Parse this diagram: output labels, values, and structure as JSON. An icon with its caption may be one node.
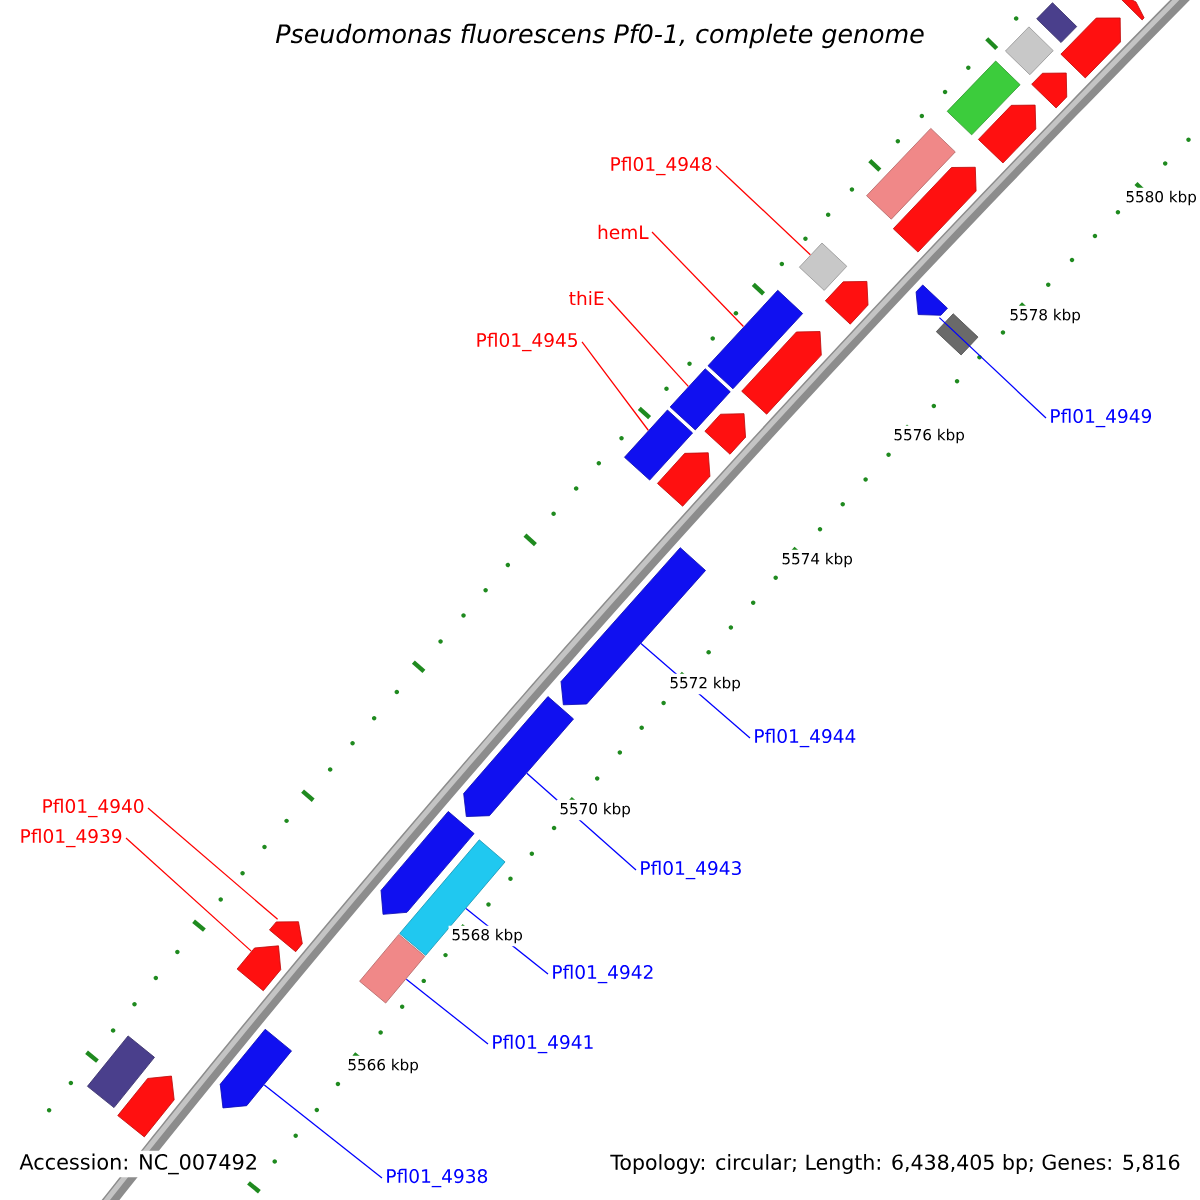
{
  "diagram": {
    "title": "Pseudomonas fluorescens Pf0-1, complete genome",
    "nodes": [
      {
        "text": [
          "Pfl01_4948"
        ]
      },
      {
        "text": [
          "hemL"
        ]
      },
      {
        "text": [
          "thiE"
        ]
      },
      {
        "text": [
          "Pfl01_4945"
        ]
      },
      {
        "text": [
          "Pfl01_4949"
        ]
      },
      {
        "text": [
          "Pfl01_4944"
        ]
      },
      {
        "text": [
          "Pfl01_4940"
        ]
      },
      {
        "text": [
          "Pfl01_4939"
        ]
      },
      {
        "text": [
          "Pfl01_4943"
        ]
      },
      {
        "text": [
          "Pfl01_4942"
        ]
      },
      {
        "text": [
          "Pfl01_4941"
        ]
      },
      {
        "text": [
          "Pfl01_4938"
        ]
      },
      {
        "text": [],
        "shape": "pentagon"
      },
      {
        "text": [],
        "shape": "bar"
      },
      {
        "text": [],
        "shape": "pentagon"
      },
      {
        "text": [],
        "shape": "bar"
      },
      {
        "text": [],
        "shape": "pentagon"
      },
      {
        "text": [],
        "shape": "bar"
      },
      {
        "text": [],
        "shape": "pentagon"
      },
      {
        "text": [],
        "shape": "bar"
      },
      {
        "text": [],
        "shape": "pentagon"
      },
      {
        "text": [],
        "shape": "bar"
      },
      {
        "text": [],
        "shape": "pentagon"
      },
      {
        "text": [],
        "shape": "pentagon"
      },
      {
        "text": [],
        "shape": "bar"
      },
      {
        "text": [],
        "shape": "bar"
      },
      {
        "text": [],
        "shape": "pentagon"
      },
      {
        "text": [],
        "shape": "bar"
      },
      {
        "text": [],
        "shape": "pentagon"
      },
      {
        "text": [],
        "shape": "bar"
      },
      {
        "text": [],
        "shape": "pentagon"
      },
      {
        "text": [],
        "shape": "pentagon"
      },
      {
        "text": [],
        "shape": "pentagon"
      },
      {
        "text": [],
        "shape": "pentagon"
      },
      {
        "text": [],
        "shape": "bar"
      },
      {
        "text": [],
        "shape": "pentagon"
      },
      {
        "text": [],
        "shape": "bar"
      },
      {
        "text": [],
        "shape": "pentagon"
      },
      {
        "text": [],
        "shape": "pentagon"
      },
      {
        "text": [],
        "shape": "bar"
      },
      {
        "text": [],
        "shape": "pentagon"
      }
    ],
    "edges": [
      {
        "from": 0,
        "to": 21,
        "arrow": "none",
        "color": "#ff0000"
      },
      {
        "from": 1,
        "to": 25,
        "arrow": "none",
        "color": "#ff0000"
      },
      {
        "from": 2,
        "to": 27,
        "arrow": "none",
        "color": "#ff0000"
      },
      {
        "from": 3,
        "to": 29,
        "arrow": "none",
        "color": "#ff0000"
      },
      {
        "from": 4,
        "to": 23,
        "arrow": "none",
        "color": "#0000ff"
      },
      {
        "from": 5,
        "to": 31,
        "arrow": "none",
        "color": "#0000ff"
      },
      {
        "from": 6,
        "to": 35,
        "arrow": "none",
        "color": "#ff0000"
      },
      {
        "from": 7,
        "to": 37,
        "arrow": "none",
        "color": "#ff0000"
      },
      {
        "from": 8,
        "to": 32,
        "arrow": "none",
        "color": "#0000ff"
      },
      {
        "from": 9,
        "to": 34,
        "arrow": "none",
        "color": "#0000ff"
      },
      {
        "from": 10,
        "to": 36,
        "arrow": "none",
        "color": "#0000ff"
      },
      {
        "from": 11,
        "to": 38,
        "arrow": "none",
        "color": "#0000ff"
      }
    ],
    "labels": [
      "5580 kbp",
      "5578 kbp",
      "5576 kbp",
      "5574 kbp",
      "5572 kbp",
      "5570 kbp",
      "5568 kbp",
      "5566 kbp",
      "Accession: NC_007492",
      "Topology: circular; Length: 6,438,405 bp; Genes: 5,816"
    ]
  }
}
